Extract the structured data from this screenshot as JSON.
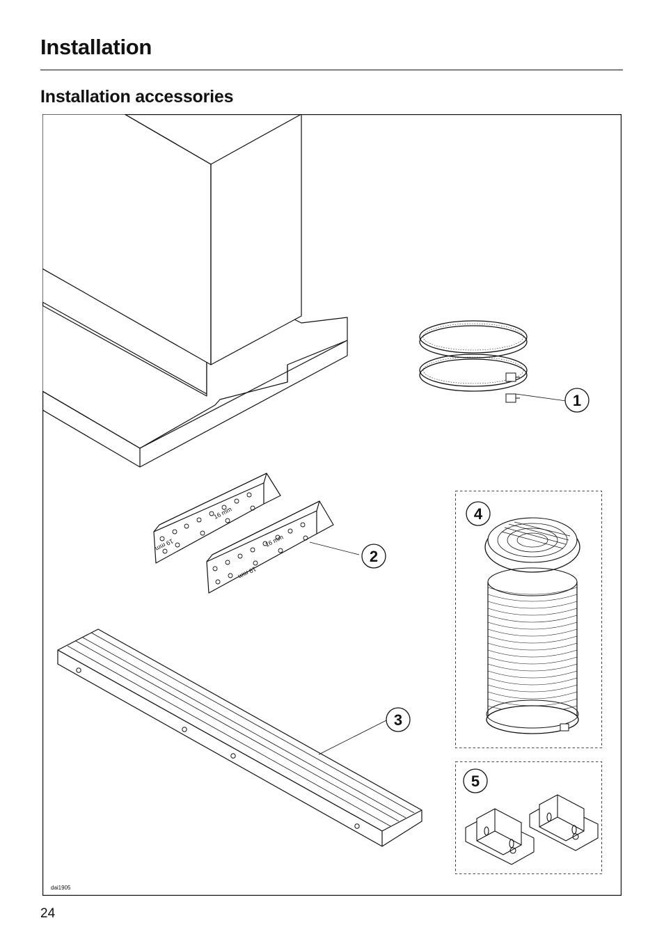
{
  "header": {
    "title": "Installation",
    "subtitle": "Installation accessories"
  },
  "figure": {
    "code": "dai1905",
    "callouts": [
      "1",
      "2",
      "3",
      "4",
      "5"
    ],
    "bracket_labels": [
      "16 mm",
      "19 mm"
    ]
  },
  "footer": {
    "page_number": "24"
  }
}
